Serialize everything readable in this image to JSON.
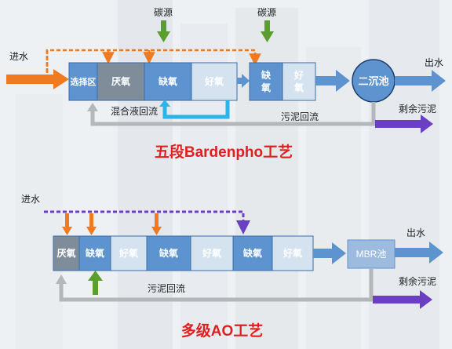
{
  "top": {
    "carbon_label_1": "碳源",
    "carbon_label_2": "碳源",
    "inflow_label": "进水",
    "outflow_label": "出水",
    "excess_sludge_label": "剩余污泥",
    "mixed_liquor_label": "混合液回流",
    "sludge_return_label": "污泥回流",
    "clarifier_label": "二沉池",
    "title": "五段Bardenpho工艺",
    "zones": [
      "选择区",
      "厌氧",
      "缺氧",
      "好氧",
      "缺\n氧",
      "好\n氧"
    ]
  },
  "bottom": {
    "inflow_label": "进水",
    "outflow_label": "出水",
    "excess_sludge_label": "剩余污泥",
    "sludge_return_label": "污泥回流",
    "mbr_label": "MBR池",
    "title": "多级AO工艺",
    "zones": [
      "厌氧",
      "缺氧",
      "好氧",
      "缺氧",
      "好氧",
      "缺氧",
      "好氧"
    ]
  },
  "colors": {
    "title": "#e0201e",
    "orange": "#ef7a22",
    "green": "#5a9e2d",
    "light_blue": "#2ab4e8",
    "purple": "#6a3fc2",
    "gray_line": "#b4b7ba",
    "zone_blue": "#5d93cf",
    "zone_gray": "#7f8d9b",
    "zone_light": "#d5e2ef"
  }
}
